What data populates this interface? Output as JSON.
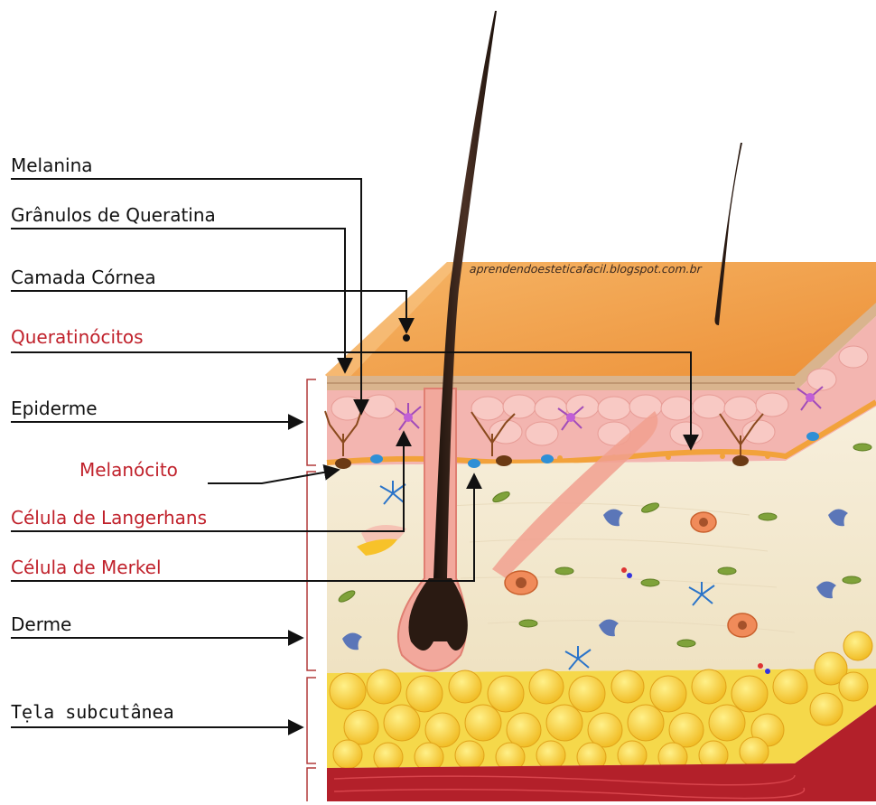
{
  "labels": {
    "melanina": "Melanina",
    "granulos": "Grânulos de Queratina",
    "cornea": "Camada Córnea",
    "queratinocitos": "Queratinócitos",
    "epiderme": "Epiderme",
    "melanocito": "Melanócito",
    "langerhans": "Célula de Langerhans",
    "merkel": "Célula de Merkel",
    "derme": "Derme",
    "tela": "Tẹla subcutânea"
  },
  "watermark": "aprendendoesteticafacil.blogspot.com.br",
  "colors": {
    "label_black": "#111111",
    "label_red": "#c0212b",
    "surface": "#f2a24a",
    "epidermis": "#f3b5b0",
    "dermis": "#f4ead2",
    "fat": "#f7d23a",
    "muscle": "#b3202a",
    "hair": "#2a1a12"
  }
}
